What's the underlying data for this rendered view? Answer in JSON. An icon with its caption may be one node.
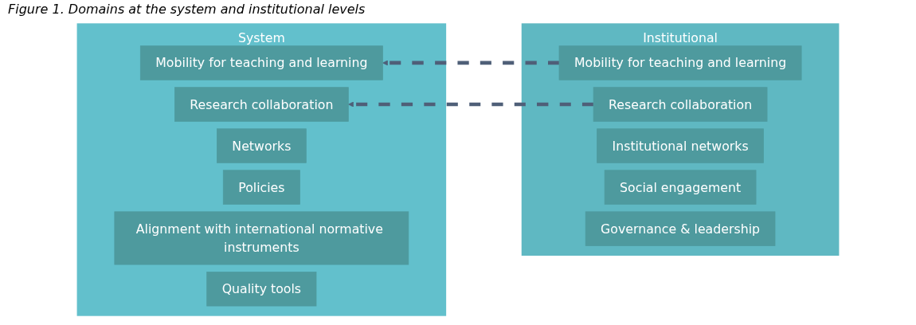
{
  "diagram": {
    "title": "Figure 1. Domains at the system and institutional levels",
    "nodes": [
      {
        "text": [
          "System"
        ]
      },
      {
        "text": [
          "Mobility for teaching and learning"
        ],
        "in": 0
      },
      {
        "text": [
          "Research collaboration"
        ],
        "in": 0
      },
      {
        "text": [
          "Networks"
        ],
        "in": 0
      },
      {
        "text": [
          "Policies"
        ],
        "in": 0
      },
      {
        "text": [
          "Alignment with international normative instruments"
        ],
        "in": 0
      },
      {
        "text": [
          "Quality tools"
        ],
        "in": 0
      },
      {
        "text": [
          "Institutional"
        ]
      },
      {
        "text": [
          "Mobility for teaching and learning"
        ],
        "in": 7
      },
      {
        "text": [
          "Research collaboration"
        ],
        "in": 7
      },
      {
        "text": [
          "Institutional networks"
        ],
        "in": 7
      },
      {
        "text": [
          "Social engagement"
        ],
        "in": 7
      },
      {
        "text": [
          "Governance & leadership"
        ],
        "in": 7
      }
    ],
    "edges": [
      {
        "from": 8,
        "to": 1,
        "arrow": "to",
        "style": "dashed"
      },
      {
        "from": 9,
        "to": 2,
        "arrow": "to",
        "style": "dashed"
      }
    ]
  }
}
